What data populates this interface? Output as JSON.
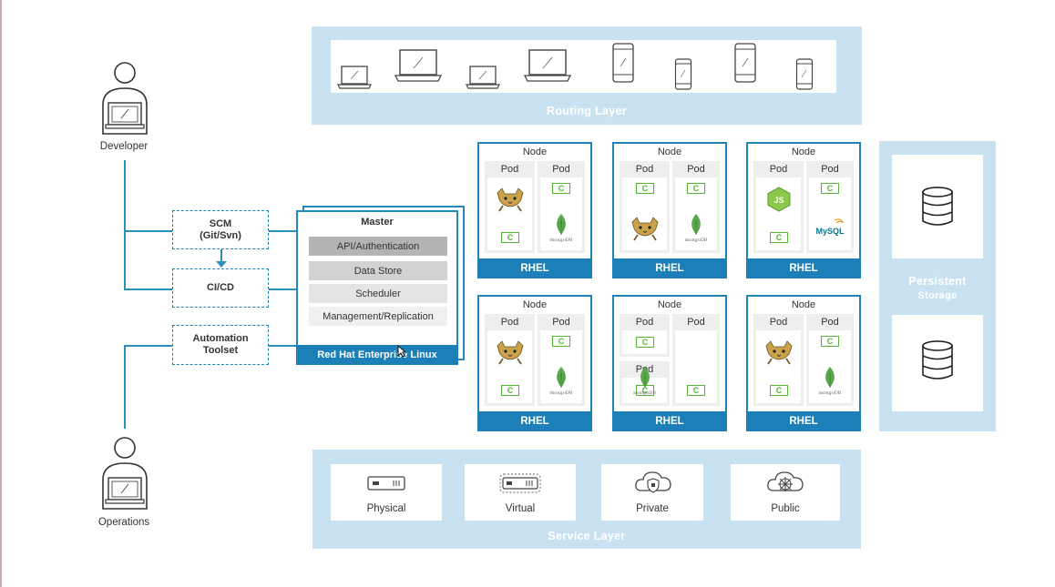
{
  "actors": {
    "developer": "Developer",
    "operations": "Operations"
  },
  "tools": {
    "scm": "SCM\n(Git/Svn)",
    "scm_line1": "SCM",
    "scm_line2": "(Git/Svn)",
    "cicd": "CI/CD",
    "automation_line1": "Automation",
    "automation_line2": "Toolset"
  },
  "master": {
    "title": "Master",
    "rows": [
      "API/Authentication",
      "Data Store",
      "Scheduler",
      "Management/Replication"
    ],
    "footer": "Red Hat Enterprise Linux"
  },
  "routing_layer": {
    "title": "Routing Layer",
    "devices": [
      "laptop-icon",
      "laptop-icon",
      "laptop-icon",
      "laptop-icon",
      "phone-icon",
      "phone-icon",
      "phone-icon",
      "phone-icon"
    ]
  },
  "nodes": [
    {
      "title": "Node",
      "os": "RHEL",
      "pods": [
        {
          "label": "Pod",
          "app": "tomcat",
          "container": "C"
        },
        {
          "label": "Pod",
          "app": "mongodb",
          "container": "C"
        }
      ]
    },
    {
      "title": "Node",
      "os": "RHEL",
      "pods": [
        {
          "label": "Pod",
          "app": "tomcat",
          "container": "C"
        },
        {
          "label": "Pod",
          "app": "mongodb",
          "container": "C"
        }
      ]
    },
    {
      "title": "Node",
      "os": "RHEL",
      "pods": [
        {
          "label": "Pod",
          "app": "nodejs",
          "container": "C"
        },
        {
          "label": "Pod",
          "app": "mysql",
          "container": "C"
        }
      ]
    },
    {
      "title": "Node",
      "os": "RHEL",
      "pods": [
        {
          "label": "Pod",
          "app": "tomcat",
          "container": "C"
        },
        {
          "label": "Pod",
          "app": "mongodb",
          "container": "C"
        }
      ]
    },
    {
      "title": "Node",
      "os": "RHEL",
      "pods": [
        {
          "label": "Pod",
          "container": "C"
        },
        {
          "label": "Pod",
          "container": "C"
        },
        {
          "label": "Pod",
          "app": "mongodb",
          "container": "C"
        }
      ]
    },
    {
      "title": "Node",
      "os": "RHEL",
      "pods": [
        {
          "label": "Pod",
          "app": "tomcat",
          "container": "C"
        },
        {
          "label": "Pod",
          "app": "mongodb",
          "container": "C"
        }
      ]
    }
  ],
  "app_labels": {
    "mongodb": "mongoDB",
    "mysql": "MySQL"
  },
  "persistent_storage": {
    "title_line1": "Persistent",
    "title_line2": "Storage"
  },
  "service_layer": {
    "title": "Service Layer",
    "items": [
      "Physical",
      "Virtual",
      "Private",
      "Public"
    ]
  },
  "colors": {
    "accent_blue": "#1d7fb7",
    "band_light_blue": "#c8e2f1",
    "container_green": "#55b535",
    "tomcat_tan": "#c9a24a"
  }
}
